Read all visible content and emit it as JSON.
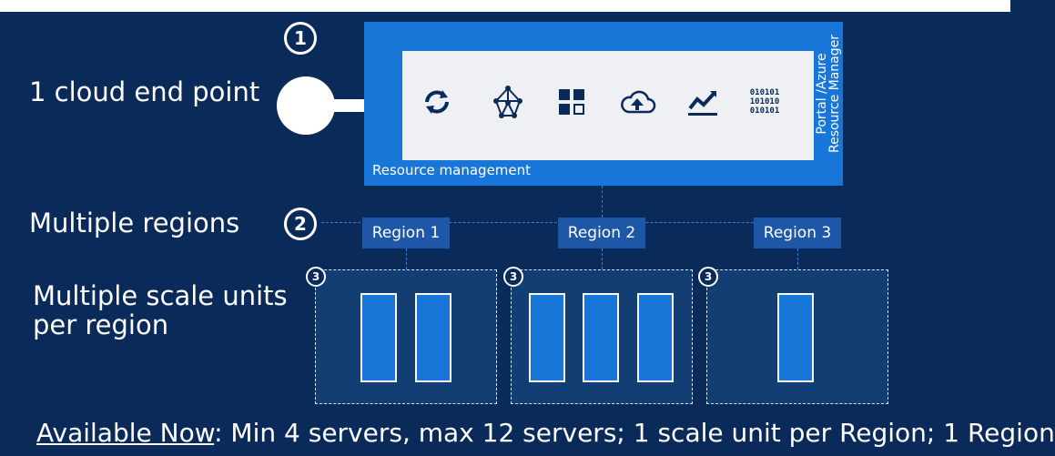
{
  "steps": [
    "1",
    "2",
    "3"
  ],
  "left_labels": {
    "cloud_end_point": "1 cloud end point",
    "multiple_regions": "Multiple regions",
    "scale_units_line1": "Multiple scale units",
    "scale_units_line2": "per region"
  },
  "resource_manager": {
    "label": "Resource management",
    "side_label_line1": "Portal /Azure",
    "side_label_line2": "Resource Manager",
    "icons": [
      "sync-icon",
      "network-icon",
      "tiles-icon",
      "cloud-upload-icon",
      "trend-chart-icon",
      "binary-icon"
    ],
    "binary_text": [
      "010101",
      "101010",
      "010101"
    ]
  },
  "regions": [
    {
      "label": "Region 1",
      "servers": 2
    },
    {
      "label": "Region 2",
      "servers": 3
    },
    {
      "label": "Region 3",
      "servers": 1
    }
  ],
  "footer": {
    "highlight": "Available Now",
    "text": ": Min 4 servers, max 12 servers; 1 scale unit per Region; 1 Region"
  },
  "colors": {
    "background": "#0a2a5a",
    "accent_blue": "#1776d8",
    "region_box": "#1e57a8",
    "scale_unit_box": "#123e74",
    "white": "#ffffff"
  }
}
